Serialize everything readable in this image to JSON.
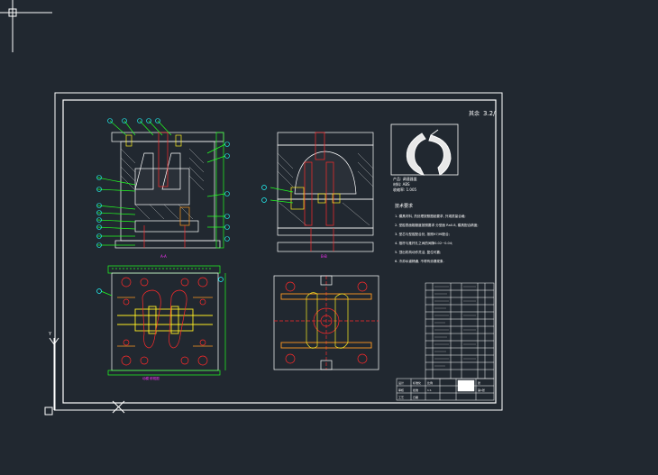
{
  "app": {
    "viewport_background": "#212830",
    "line_color": "#ffffff",
    "magenta": "#ff33ff",
    "red": "#ff2a2a",
    "yellow": "#ffee22",
    "green": "#22ff22",
    "cyan": "#22ffff",
    "orange": "#ff9922"
  },
  "title_corner": {
    "label": "其余",
    "symbol": "3.2/"
  },
  "part_info": {
    "line1": "产品: 调速器盖",
    "line2": "材料: ABS",
    "line3": "收缩率: 1.005"
  },
  "tech_requirements": {
    "heading": "技术要求",
    "items": [
      "1. 模具材料, 热处理按照图纸要求, 外观质量合格;",
      "2. 型腔表面粗糙度按照要求 分型面 Ra0.8, 模具配合精度;",
      "3. 型芯与型腔配合处, 按照H7/f6配合;",
      "4. 推杆与推杆孔之间的间隙0.02~0.04;",
      "5. 顶出机构动作灵活, 复位可靠;",
      "6. 冷却水道畅通, 不得有渗漏现象."
    ]
  },
  "views": {
    "section_aa_label": "A-A",
    "section_bb_label": "B-B",
    "top_view_label": "动模 俯视图",
    "cross_marker": "X",
    "y_axis": "Y"
  },
  "title_block": {
    "cells": [
      "设计",
      "审核",
      "工艺",
      "标准化",
      "批准",
      "日期",
      "比例",
      "1:1",
      "张",
      "第1张"
    ]
  }
}
